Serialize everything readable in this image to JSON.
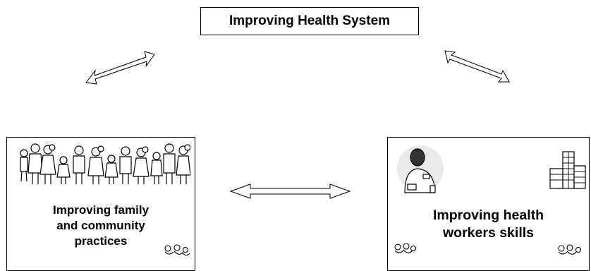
{
  "diagram": {
    "top_box": {
      "title": "Improving Health System"
    },
    "left_box": {
      "label": "Improving family\nand community\npractices",
      "illustration": "family-community-clipart"
    },
    "right_box": {
      "label": "Improving health\nworkers skills",
      "illustration": "health-worker-and-hospital-clipart"
    },
    "arrows": [
      "double-headed",
      "double-headed",
      "double-headed"
    ]
  }
}
